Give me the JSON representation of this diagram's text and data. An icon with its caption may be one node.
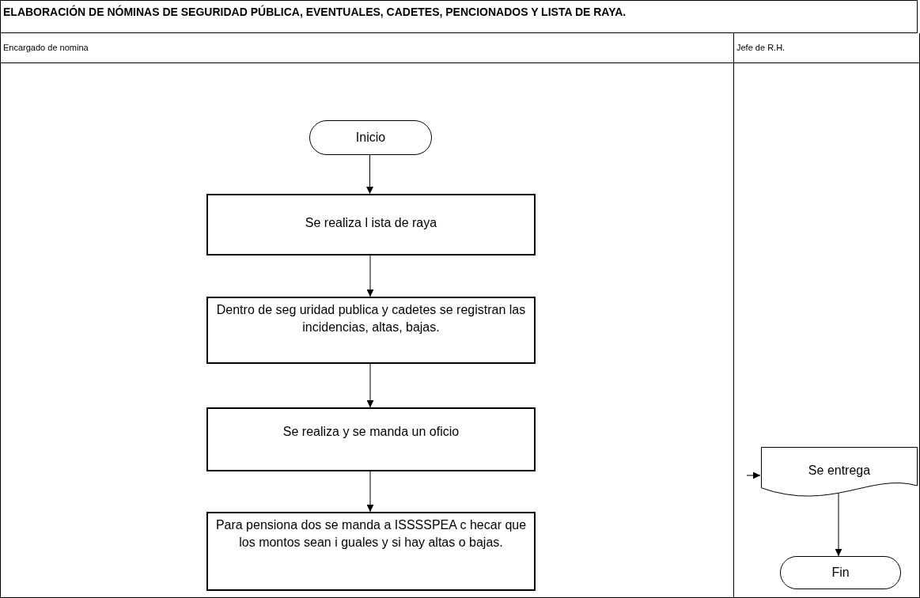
{
  "diagram": {
    "title": "ELABORACIÓN DE NÓMINAS DE SEGURIDAD PÚBLICA, EVENTUALES, CADETES, PENCIONADOS Y LISTA DE RAYA.",
    "nodes": [
      {
        "text": [
          "Encargado de nomina"
        ]
      },
      {
        "text": [
          "Jefe de R.H."
        ]
      },
      {
        "text": [
          "Inicio"
        ],
        "in": 0
      },
      {
        "text": [
          "Se realiza l ista de raya"
        ],
        "in": 0
      },
      {
        "text": [
          "Dentro de seg uridad publica y cadetes se registran las incidencias, altas, bajas."
        ],
        "in": 0
      },
      {
        "text": [
          "Se realiza y se manda un oficio"
        ],
        "in": 0
      },
      {
        "text": [
          "Para pensiona dos se manda a ISSSSPEA c hecar que los montos sean i guales y si hay altas o bajas."
        ],
        "in": 0
      },
      {
        "text": [
          "Se entrega"
        ],
        "in": 1
      },
      {
        "text": [
          "Fin"
        ],
        "in": 1
      }
    ],
    "edges": [
      {
        "from": 2,
        "to": 3,
        "arrow": "to"
      },
      {
        "from": 3,
        "to": 4,
        "arrow": "to"
      },
      {
        "from": 4,
        "to": 5,
        "arrow": "to"
      },
      {
        "from": 5,
        "to": 6,
        "arrow": "to"
      },
      {
        "from": null,
        "to": 7,
        "arrow": "to"
      },
      {
        "from": 7,
        "to": 8,
        "arrow": "to"
      }
    ]
  }
}
